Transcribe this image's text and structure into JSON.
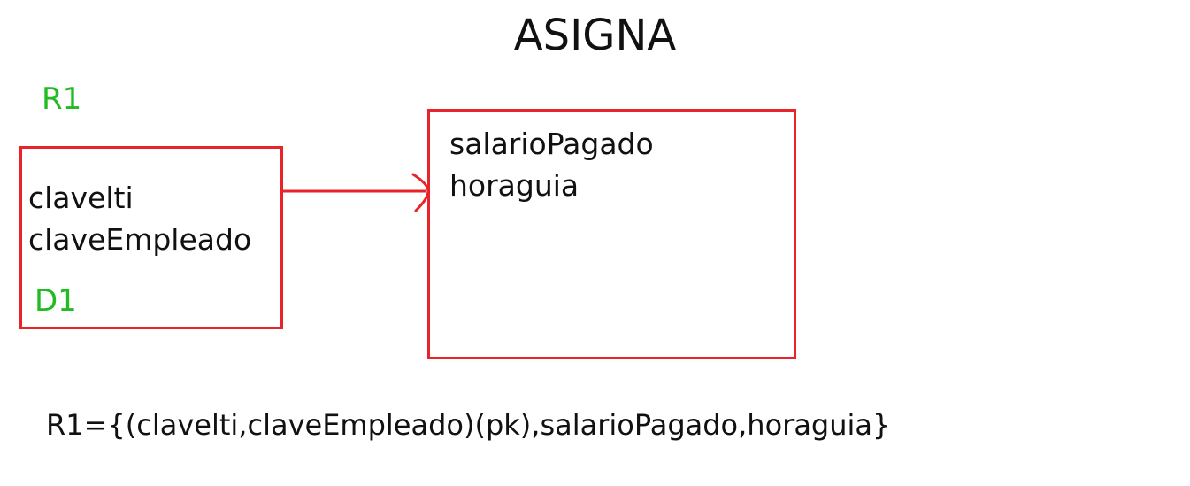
{
  "title": "ASIGNA",
  "relation_label": "R1",
  "domain_label": "D1",
  "left_box": {
    "attributes": [
      "clavelti",
      "claveEmpleado"
    ]
  },
  "right_box": {
    "attributes": [
      "salarioPagado",
      "horaguia"
    ]
  },
  "formula": "R1={(clavelti,claveEmpleado)(pk),salarioPagado,horaguia}",
  "colors": {
    "box_border": "#e8232a",
    "arrow": "#e8232a",
    "label_green": "#22bb22",
    "text": "#111111"
  }
}
